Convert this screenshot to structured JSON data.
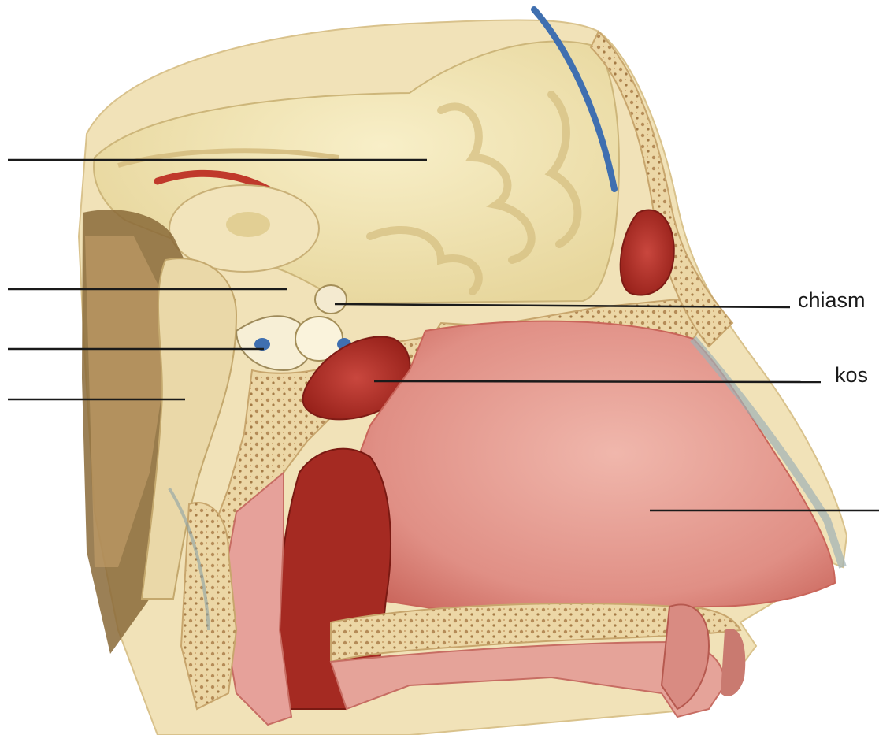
{
  "diagram": {
    "subject": "sagittal-section-head-nasal-cavity",
    "labels": [
      {
        "id": "chiasm",
        "text": "chiasm"
      },
      {
        "id": "kos",
        "text": "kos"
      }
    ],
    "leader_lines_unlabeled": 5,
    "colors": {
      "background": "#ffffff",
      "brain": "#f3e7b8",
      "cortex_fold": "#e9d89a",
      "bone": "#ecd7a6",
      "bone_dots": "#b08a55",
      "sinus_red": "#b8322c",
      "mucosa": "#df8a84",
      "mucosa_light": "#f0b3a6",
      "cavity_dark": "#a82a24",
      "vein_blue": "#3f6fb0",
      "dark_fill": "#6b4a22",
      "leader_line": "#1a1a1a"
    }
  }
}
